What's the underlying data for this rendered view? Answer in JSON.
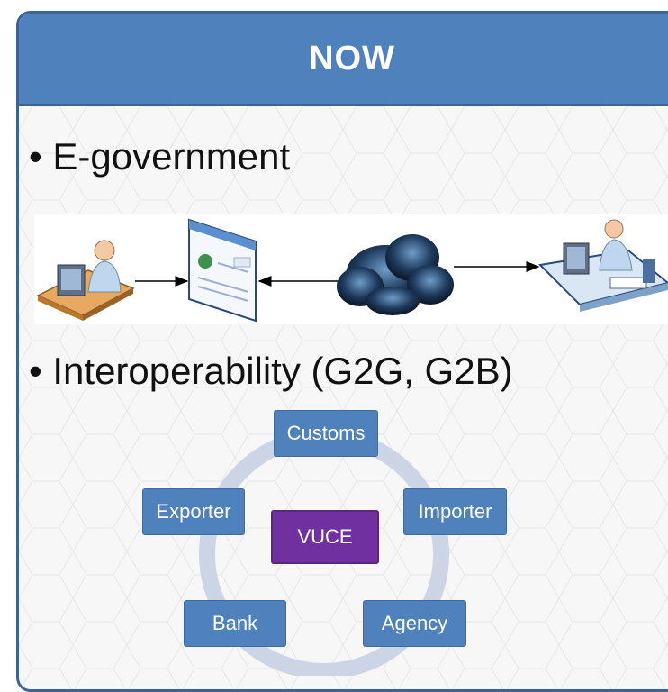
{
  "header": {
    "title": "NOW"
  },
  "bullets": [
    "• E-government",
    "• Interoperability (G2G, G2B)"
  ],
  "egov_flow": {
    "icons": [
      "citizen-workstation-icon",
      "web-portal-icon",
      "cloud-network-icon",
      "government-office-icon"
    ],
    "arrow_directions": [
      "citizen-to-portal",
      "cloud-to-portal",
      "cloud-to-office"
    ]
  },
  "interop_cycle": {
    "center": "VUCE",
    "nodes": [
      "Customs",
      "Importer",
      "Agency",
      "Bank",
      "Exporter"
    ]
  },
  "colors": {
    "header_blue": "#4f81bd",
    "border_blue": "#3e6496",
    "node_blue": "#4f81bd",
    "center_purple": "#7030a0",
    "cycle_ring": "#ccd5e6"
  }
}
